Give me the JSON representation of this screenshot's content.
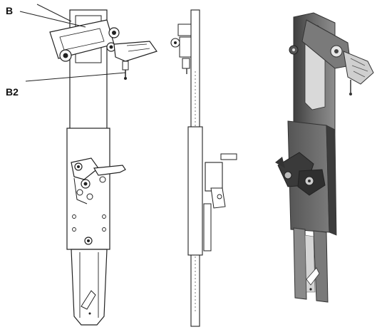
{
  "labels": {
    "b": "B",
    "b2": "B2"
  },
  "colors": {
    "line": "#222222",
    "paper": "#ffffff",
    "metal_dark": "#4a4a4a",
    "metal_mid": "#6e6e6e",
    "metal_light": "#9a9a9a",
    "highlight": "#d9d9d9"
  },
  "views": [
    {
      "name": "front-view-line-drawing"
    },
    {
      "name": "side-view-line-drawing"
    },
    {
      "name": "isometric-shaded-render"
    }
  ]
}
